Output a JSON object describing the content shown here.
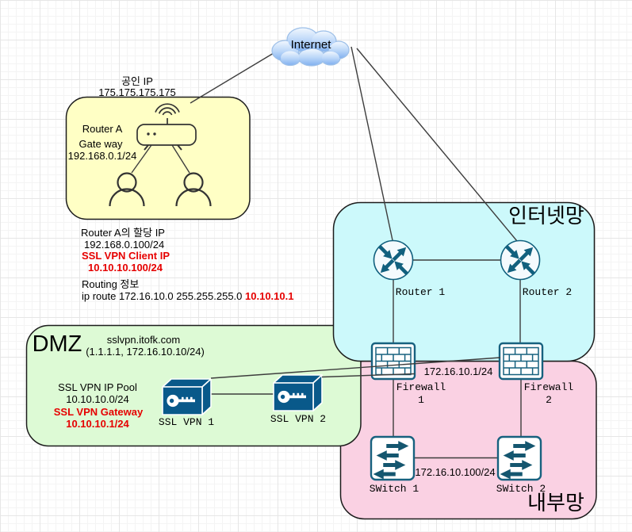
{
  "colors": {
    "zone_internet_fill": "#ccf9fb",
    "zone_internal_fill": "#fad1e3",
    "zone_dmz_fill": "#ddfad5",
    "router_a_box_fill": "#ffffc5",
    "accent_red": "#e60000",
    "device_teal": "#11607e",
    "vpn_box_blue": "#09598a"
  },
  "internet": {
    "label": "Internet"
  },
  "public_ip": {
    "line1": "공인 IP",
    "line2": "175.175.175.175"
  },
  "router_a_box": {
    "name": "Router A",
    "gateway_label": "Gate way",
    "gateway_ip": "192.168.0.1/24"
  },
  "router_a_notes": {
    "assigned_ip_label": "Router A의 할당 IP",
    "assigned_ip": "192.168.0.100/24",
    "vpn_client_ip_label": "SSL VPN Client IP",
    "vpn_client_ip": "10.10.10.100/24",
    "routing_label": "Routing 정보",
    "routing_rule_black": "ip route 172.16.10.0 255.255.255.0 ",
    "routing_rule_red": "10.10.10.1"
  },
  "internet_zone": {
    "title": "인터넷망",
    "router1_label": "Router 1",
    "router2_label": "Router 2"
  },
  "internal_zone": {
    "title": "내부망",
    "firewall1_line1": "Firewall",
    "firewall1_line2": "1",
    "firewall2_line1": "Firewall",
    "firewall2_line2": "2",
    "firewall_link_ip": "172.16.10.1/24",
    "switch1_label": "SWitch 1",
    "switch2_label": "SWitch 2",
    "switch_link_ip": "172.16.10.100/24"
  },
  "dmz": {
    "title": "DMZ",
    "domain": "sslvpn.itofk.com",
    "domain_ips": "(1.1.1.1, 172.16.10.10/24)",
    "pool_label": "SSL VPN IP Pool",
    "pool_ip": "10.10.10.0/24",
    "gateway_label": "SSL VPN Gateway",
    "gateway_ip": "10.10.10.1/24",
    "vpn1_label": "SSL VPN 1",
    "vpn2_label": "SSL VPN 2"
  }
}
